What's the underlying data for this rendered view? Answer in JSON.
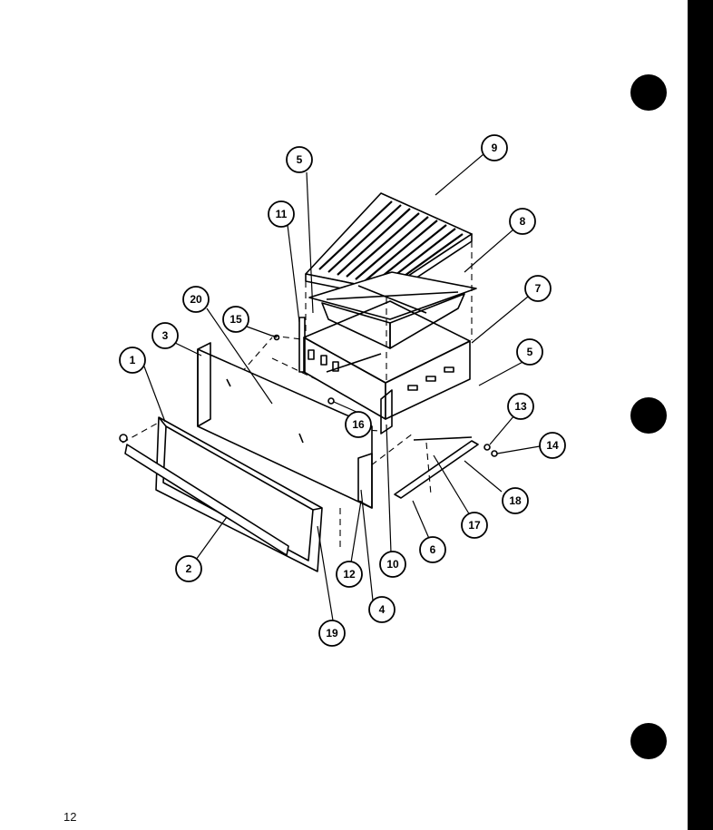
{
  "page_number": "12",
  "callouts": [
    {
      "id": "c1",
      "text": "1"
    },
    {
      "id": "c2",
      "text": "2"
    },
    {
      "id": "c3",
      "text": "3"
    },
    {
      "id": "c4",
      "text": "4"
    },
    {
      "id": "c5a",
      "text": "5"
    },
    {
      "id": "c5b",
      "text": "5"
    },
    {
      "id": "c6",
      "text": "6"
    },
    {
      "id": "c7",
      "text": "7"
    },
    {
      "id": "c8",
      "text": "8"
    },
    {
      "id": "c9",
      "text": "9"
    },
    {
      "id": "c10",
      "text": "10"
    },
    {
      "id": "c11",
      "text": "11"
    },
    {
      "id": "c12",
      "text": "12"
    },
    {
      "id": "c13",
      "text": "13"
    },
    {
      "id": "c14",
      "text": "14"
    },
    {
      "id": "c15",
      "text": "15"
    },
    {
      "id": "c16",
      "text": "16"
    },
    {
      "id": "c17",
      "text": "17"
    },
    {
      "id": "c18",
      "text": "18"
    },
    {
      "id": "c19",
      "text": "19"
    },
    {
      "id": "c20",
      "text": "20"
    }
  ]
}
